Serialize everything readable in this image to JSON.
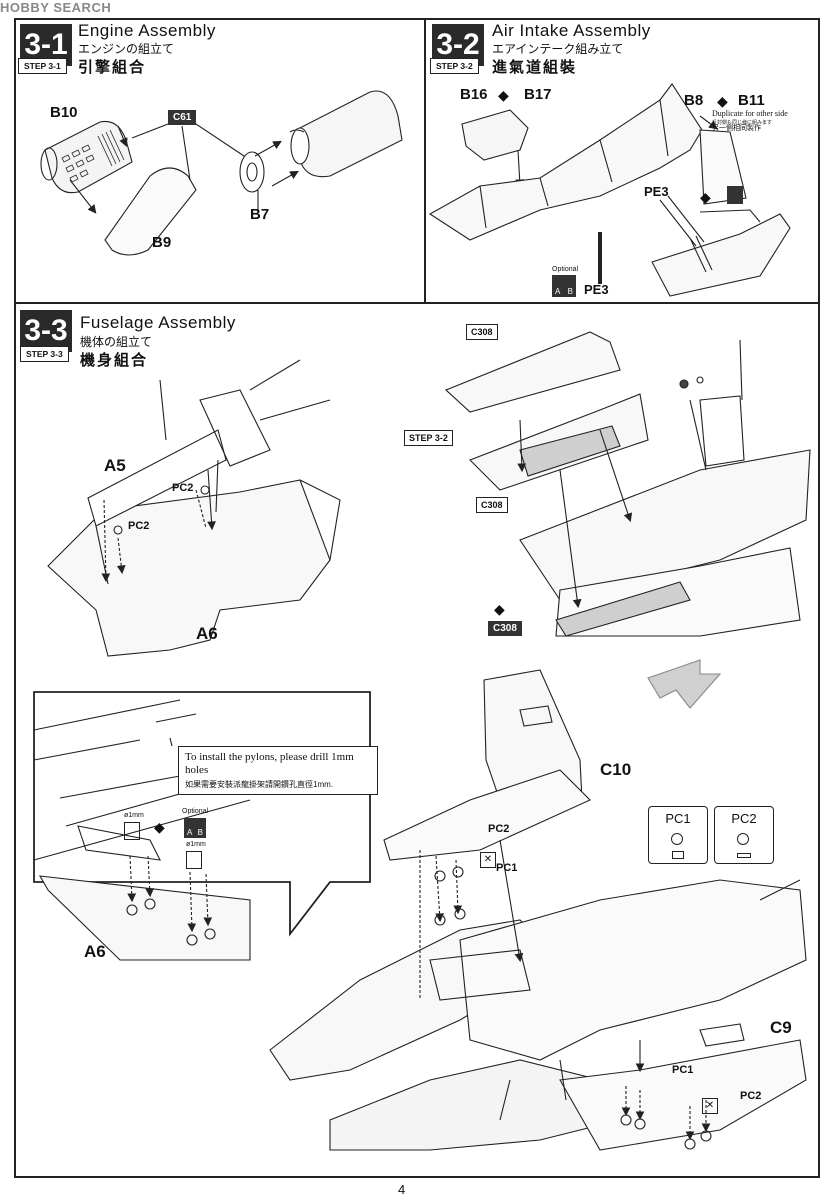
{
  "watermark": "HOBBY SEARCH",
  "page_number": "4",
  "step31": {
    "number": "3-1",
    "tag": "STEP 3-1",
    "title_en": "Engine Assembly",
    "title_jp": "エンジンの組立て",
    "title_cn": "引擎組合",
    "parts": {
      "b10": "B10",
      "c61": "C61",
      "b7": "B7",
      "b9": "B9"
    }
  },
  "step32": {
    "number": "3-2",
    "tag": "STEP 3-2",
    "title_en": "Air Intake Assembly",
    "title_jp": "エアインテーク組み立て",
    "title_cn": "進氣道組裝",
    "parts": {
      "b16": "B16",
      "b17": "B17",
      "b8": "B8",
      "b11": "B11",
      "pe3a": "PE3",
      "pe3b": "PE3"
    },
    "duplicate_en": "Duplicate for other side",
    "duplicate_jp": "反対側も同じ様に組みます",
    "duplicate_cn": "另一側相同製作",
    "optional": "Optional",
    "opt_a": "A",
    "opt_b": "B"
  },
  "step33": {
    "number": "3-3",
    "tag": "STEP 3-3",
    "title_en": "Fuselage Assembly",
    "title_jp": "機体の組立て",
    "title_cn": "機身組合",
    "parts": {
      "a5": "A5",
      "pc2a": "PC2",
      "pc2b": "PC2",
      "a6": "A6",
      "c308a": "C308",
      "c308b": "C308",
      "c308c": "C308",
      "step32ref": "STEP 3-2",
      "c10": "C10",
      "c9": "C9",
      "pc2c": "PC2",
      "pc1a": "PC1",
      "pc1b": "PC1",
      "pc2d": "PC2",
      "a6b": "A6"
    },
    "callout_en": "To install the pylons, please drill 1mm holes",
    "callout_cn": "如果需要安裝派龍掛架請開鑽孔直徑1mm.",
    "drill1": "ø1mm",
    "drill2": "ø1mm",
    "optional": "Optional",
    "opt_a": "A",
    "opt_b": "B",
    "legend": [
      {
        "label": "PC1"
      },
      {
        "label": "PC2"
      }
    ]
  }
}
